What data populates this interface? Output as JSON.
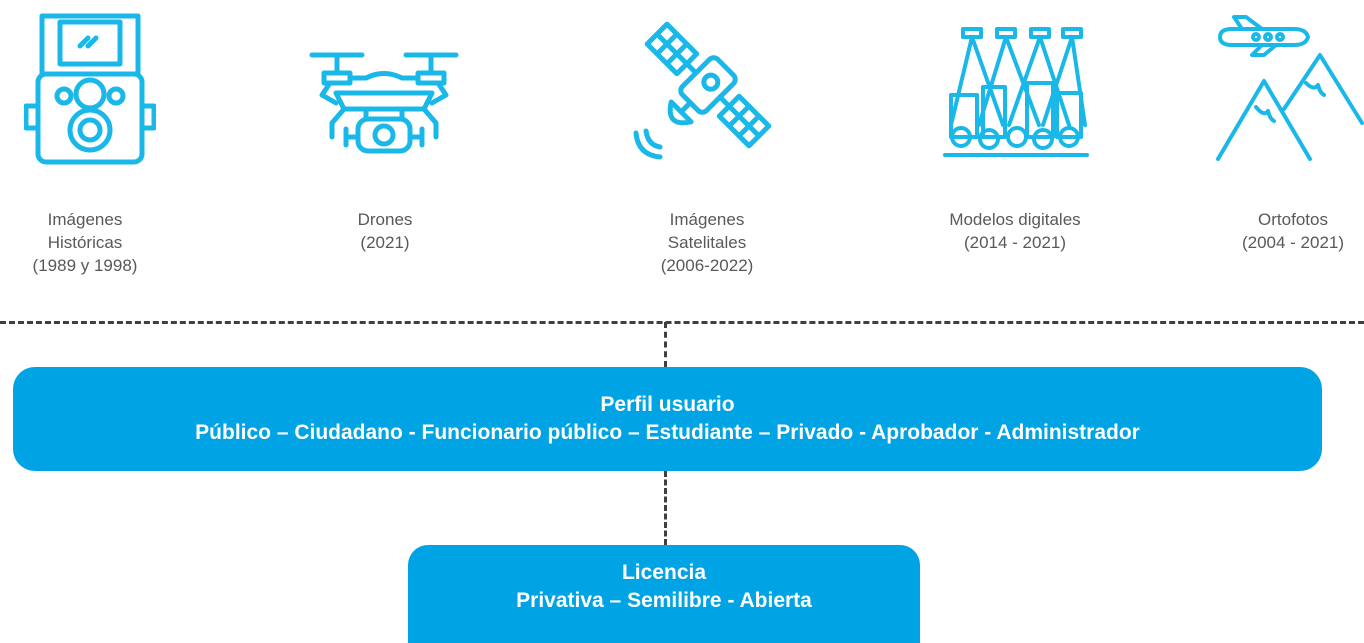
{
  "sources": [
    {
      "id": "historicas",
      "icon": "twin-lens-camera-icon",
      "lines": [
        "Imágenes",
        "Históricas",
        "(1989 y 1998)"
      ]
    },
    {
      "id": "drones",
      "icon": "drone-icon",
      "lines": [
        "Drones",
        "(2021)"
      ]
    },
    {
      "id": "satelitales",
      "icon": "satellite-icon",
      "lines": [
        "Imágenes",
        "Satelitales",
        "(2006-2022)"
      ]
    },
    {
      "id": "modelos",
      "icon": "digital-model-scan-icon",
      "lines": [
        "Modelos digitales",
        "(2014 - 2021)"
      ]
    },
    {
      "id": "ortofotos",
      "icon": "airplane-mountains-icon",
      "lines": [
        "Ortofotos",
        "(2004 - 2021)"
      ]
    }
  ],
  "perfil": {
    "title": "Perfil usuario",
    "items": "Público – Ciudadano - Funcionario público – Estudiante – Privado - Aprobador - Administrador"
  },
  "licencia": {
    "title": "Licencia",
    "items": "Privativa – Semilibre - Abierta"
  },
  "colors": {
    "icon": "#1ab8e8",
    "box": "#00a3e4",
    "caption": "#595959",
    "dash": "#404040"
  }
}
